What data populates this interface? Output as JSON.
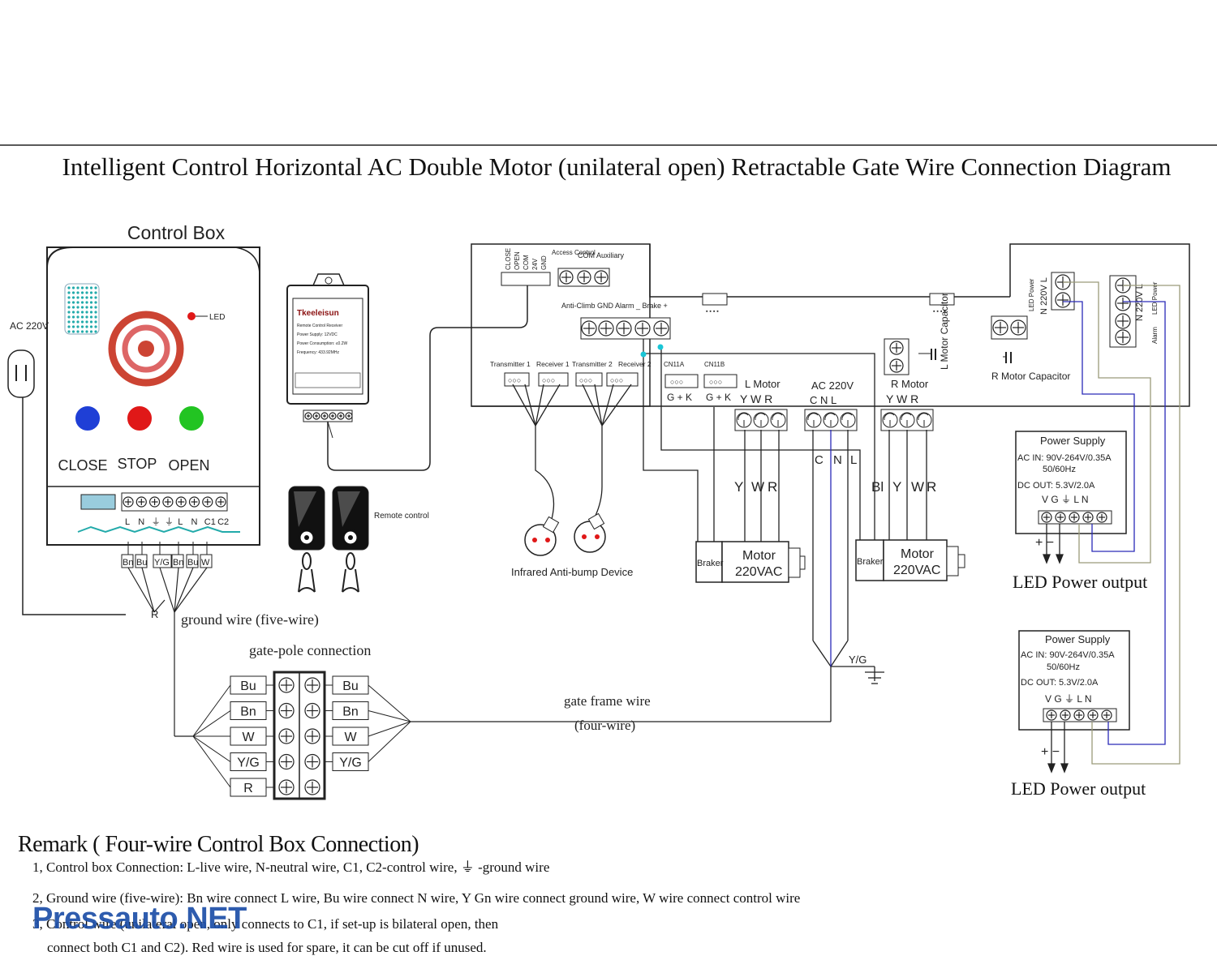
{
  "title": "Intelligent Control Horizontal AC Double Motor (unilateral open) Retractable Gate Wire Connection Diagram",
  "control_box": {
    "label": "Control Box",
    "ac_label": "AC 220V",
    "led_label": "LED",
    "buttons": [
      {
        "label": "CLOSE",
        "color": "#1f3fd6"
      },
      {
        "label": "STOP",
        "color": "#e01818"
      },
      {
        "label": "OPEN",
        "color": "#22c422"
      }
    ],
    "terminals": [
      "L",
      "N",
      "⏚",
      "⏚",
      "L",
      "N",
      "C1",
      "C2"
    ],
    "wire_tags": [
      "Bn",
      "Bu",
      "Y/G",
      "Bn",
      "Bu",
      "W"
    ],
    "r_label": "R"
  },
  "receiver": {
    "brand": "Tkeeleisun",
    "lines": [
      "Remote Control Receiver",
      "Power Supply: 12VDC",
      "Power Consumption: ≤0.2W",
      "Frequency: 433.92MHz"
    ]
  },
  "remote_label": "Remote control",
  "main_board": {
    "top_labels": [
      "CLOSE",
      "OPEN",
      "COM",
      "24V",
      "GND"
    ],
    "access_label": "Access Control",
    "com_aux": "COM Auxiliary",
    "row2": "Anti-Climb  GND  Alarm  _  Brake  +",
    "sensor_labels": [
      "Transmitter 1",
      "Receiver 1",
      "Transmitter 2",
      "Receiver 2"
    ],
    "cn11a": "CN11A",
    "cn11b": "CN11B",
    "gk1": "G + K",
    "gk2": "G + K",
    "l_motor": "L Motor",
    "l_motor_ywr": "Y  W  R",
    "ac220": "AC 220V",
    "cnl": "C  N  L",
    "r_motor": "R Motor",
    "r_motor_ywr": "Y  W  R",
    "l_motor_cap": "L Motor Capacitor",
    "r_motor_cap": "R Motor Capacitor",
    "led_power": "LED Power",
    "n220": "N 220V L",
    "alarm": "Alarm"
  },
  "wire_labels": {
    "lm": [
      "Y",
      "W",
      "R"
    ],
    "cnl": [
      "C",
      "N",
      "L"
    ],
    "rm": [
      "Bl",
      "Y",
      "W",
      "R"
    ],
    "yg": "Y/G"
  },
  "motors": [
    {
      "brake": "Braker",
      "label1": "Motor",
      "label2": "220VAC"
    },
    {
      "brake": "Braker",
      "label1": "Motor",
      "label2": "220VAC"
    }
  ],
  "infrared_label": "Infrared Anti-bump Device",
  "ground_wire_label": "ground wire (five-wire)",
  "gate_pole_label": "gate-pole connection",
  "gate_frame_label1": "gate frame wire",
  "gate_frame_label2": "(four-wire)",
  "pole_tags_left": [
    "Bu",
    "Bn",
    "W",
    "Y/G",
    "R"
  ],
  "pole_tags_right": [
    "Bu",
    "Bn",
    "W",
    "Y/G"
  ],
  "power_supplies": [
    {
      "title": "Power Supply",
      "ac": "AC IN: 90V-264V/0.35A",
      "hz": "50/60Hz",
      "dc": "DC   OUT:  5.3V/2.0A",
      "terms": "V G ⏚ L  N",
      "output": "LED Power output",
      "pm": "+  −"
    },
    {
      "title": "Power Supply",
      "ac": "AC IN: 90V-264V/0.35A",
      "hz": "50/60Hz",
      "dc": "DC   OUT:  5.3V/2.0A",
      "terms": "V G ⏚ L  N",
      "output": "LED Power output",
      "pm": "+  −"
    }
  ],
  "remark": {
    "title": "Remark ( Four-wire Control Box Connection)",
    "lines": [
      "1,   Control box Connection:   L-live wire,    N-neutral wire,    C1, C2-control wire,   ⏚  -ground wire",
      "2,   Ground wire (five-wire):    Bn wire connect L wire,    Bu wire connect N wire,    Y Gn wire connect ground wire, W wire connect control wire",
      "3,   Control wire (unilateral open, only connects to C1, if set-up is bilateral open, then",
      "     connect both C1 and C2). Red wire is used for spare, it can be cut off if unused."
    ]
  },
  "watermark": "Pressauto.NET"
}
